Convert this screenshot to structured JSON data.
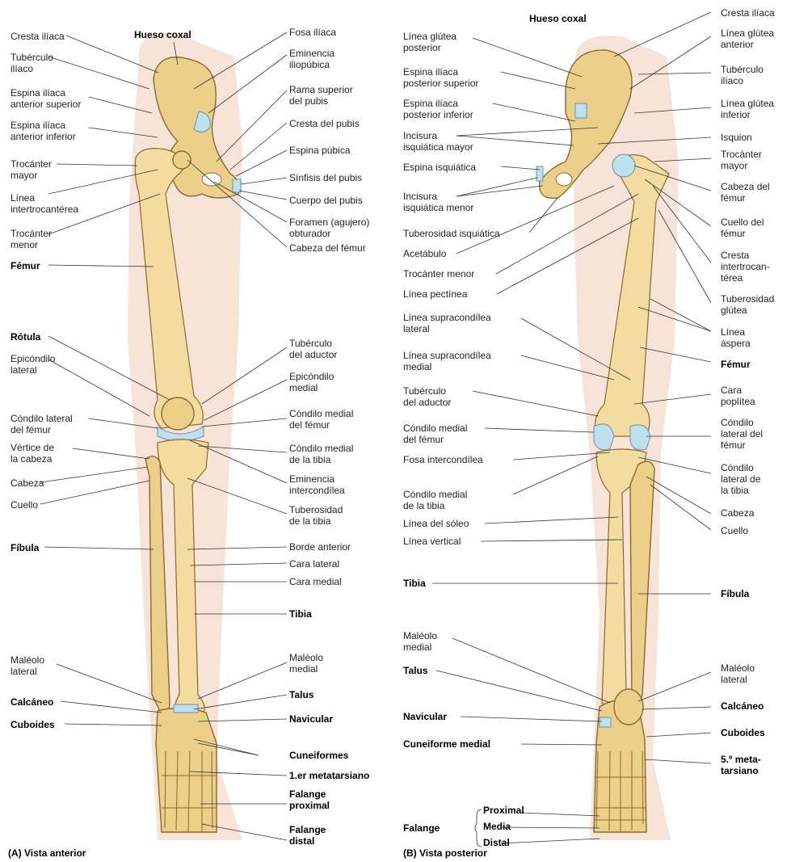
{
  "colors": {
    "bone": "#ecd08a",
    "bone_outline": "#8a6a2c",
    "cartilage": "#bfe0ee",
    "skin": "#f8e3d9"
  },
  "anterior": {
    "caption": "(A) Vista anterior",
    "left_labels": [
      {
        "text": "Cresta ilíaca",
        "bold": false
      },
      {
        "text": "Tubérculo\nilíaco",
        "bold": false
      },
      {
        "text": "Espina ilíaca\nanterior superior",
        "bold": false
      },
      {
        "text": "Espina ilíaca\nanterior inferior",
        "bold": false
      },
      {
        "text": "Trocánter\nmayor",
        "bold": false
      },
      {
        "text": "Línea\nintertrocantérea",
        "bold": false
      },
      {
        "text": "Trocánter\nmenor",
        "bold": false
      },
      {
        "text": "Fémur",
        "bold": true
      },
      {
        "text": "Rótula",
        "bold": true
      },
      {
        "text": "Epicóndilo\nlateral",
        "bold": false
      },
      {
        "text": "Cóndilo lateral\ndel fémur",
        "bold": false
      },
      {
        "text": "Vértice de\nla cabeza",
        "bold": false
      },
      {
        "text": "Cabeza",
        "bold": false
      },
      {
        "text": "Cuello",
        "bold": false
      },
      {
        "text": "Fíbula",
        "bold": true
      },
      {
        "text": "Maléolo\nlateral",
        "bold": false
      },
      {
        "text": "Calcáneo",
        "bold": true
      },
      {
        "text": "Cuboides",
        "bold": true
      }
    ],
    "right_labels": [
      {
        "text": "Hueso coxal",
        "bold": true
      },
      {
        "text": "Fosa ilíaca",
        "bold": false
      },
      {
        "text": "Eminencia\niliopúbica",
        "bold": false
      },
      {
        "text": "Rama superior\ndel pubis",
        "bold": false
      },
      {
        "text": "Cresta del pubis",
        "bold": false
      },
      {
        "text": "Espina púbica",
        "bold": false
      },
      {
        "text": "Sínfisis del pubis",
        "bold": false
      },
      {
        "text": "Cuerpo del pubis",
        "bold": false
      },
      {
        "text": "Foramen (agujero)\nobturador",
        "bold": false
      },
      {
        "text": "Cabeza del fémur",
        "bold": false
      },
      {
        "text": "Tubérculo\ndel aductor",
        "bold": false
      },
      {
        "text": "Epicóndilo\nmedial",
        "bold": false
      },
      {
        "text": "Cóndilo medial\ndel fémur",
        "bold": false
      },
      {
        "text": "Cóndilo medial\nde la tibia",
        "bold": false
      },
      {
        "text": "Eminencia\nintercondílea",
        "bold": false
      },
      {
        "text": "Tuberosidad\nde la tibia",
        "bold": false
      },
      {
        "text": "Borde anterior",
        "bold": false
      },
      {
        "text": "Cara lateral",
        "bold": false
      },
      {
        "text": "Cara medial",
        "bold": false
      },
      {
        "text": "Tibia",
        "bold": true
      },
      {
        "text": "Maléolo\nmedial",
        "bold": false
      },
      {
        "text": "Talus",
        "bold": true
      },
      {
        "text": "Navicular",
        "bold": true
      },
      {
        "text": "Cuneiformes",
        "bold": true
      },
      {
        "text": "1.er metatarsiano",
        "bold": true
      },
      {
        "text": "Falange\nproximal",
        "bold": true
      },
      {
        "text": "Falange\ndistal",
        "bold": true
      }
    ]
  },
  "posterior": {
    "caption": "(B) Vista posterior",
    "left_labels": [
      {
        "text": "Hueso coxal",
        "bold": true
      },
      {
        "text": "Línea glútea\nposterior",
        "bold": false
      },
      {
        "text": "Espina ilíaca\nposterior superior",
        "bold": false
      },
      {
        "text": "Espina ilíaca\nposterior inferior",
        "bold": false
      },
      {
        "text": "Incisura\nisquiática mayor",
        "bold": false
      },
      {
        "text": "Espina isquiática",
        "bold": false
      },
      {
        "text": "Incisura\nisquiática menor",
        "bold": false
      },
      {
        "text": "Tuberosidad isquiática",
        "bold": false
      },
      {
        "text": "Acetábulo",
        "bold": false
      },
      {
        "text": "Trocánter menor",
        "bold": false
      },
      {
        "text": "Línea pectínea",
        "bold": false
      },
      {
        "text": "Línea supracondílea\nlateral",
        "bold": false
      },
      {
        "text": "Línea supracondílea\nmedial",
        "bold": false
      },
      {
        "text": "Tubérculo\ndel aductor",
        "bold": false
      },
      {
        "text": "Cóndilo medial\ndel fémur",
        "bold": false
      },
      {
        "text": "Fosa intercondílea",
        "bold": false
      },
      {
        "text": "Cóndilo medial\nde la tibia",
        "bold": false
      },
      {
        "text": "Línea del sóleo",
        "bold": false
      },
      {
        "text": "Línea vertical",
        "bold": false
      },
      {
        "text": "Tibia",
        "bold": true
      },
      {
        "text": "Maléolo\nmedial",
        "bold": false
      },
      {
        "text": "Talus",
        "bold": true
      },
      {
        "text": "Navicular",
        "bold": true
      },
      {
        "text": "Cuneiforme medial",
        "bold": true
      },
      {
        "text": "Falange",
        "bold": true
      },
      {
        "text": "Proximal",
        "bold": true
      },
      {
        "text": "Media",
        "bold": true
      },
      {
        "text": "Distal",
        "bold": true
      }
    ],
    "right_labels": [
      {
        "text": "Cresta ilíaca",
        "bold": false
      },
      {
        "text": "Línea glútea\nanterior",
        "bold": false
      },
      {
        "text": "Tubérculo\nilíaco",
        "bold": false
      },
      {
        "text": "Línea glútea\ninferior",
        "bold": false
      },
      {
        "text": "Isquion",
        "bold": false
      },
      {
        "text": "Trocánter\nmayor",
        "bold": false
      },
      {
        "text": "Cabeza del\nfémur",
        "bold": false
      },
      {
        "text": "Cuello del\nfémur",
        "bold": false
      },
      {
        "text": "Cresta\nintertrocan-\ntérea",
        "bold": false
      },
      {
        "text": "Tuberosidad\nglútea",
        "bold": false
      },
      {
        "text": "Línea\náspera",
        "bold": false
      },
      {
        "text": "Fémur",
        "bold": true
      },
      {
        "text": "Cara\npoplítea",
        "bold": false
      },
      {
        "text": "Cóndilo\nlateral del\nfémur",
        "bold": false
      },
      {
        "text": "Cóndilo\nlateral de\nla tibia",
        "bold": false
      },
      {
        "text": "Cabeza",
        "bold": false
      },
      {
        "text": "Cuello",
        "bold": false
      },
      {
        "text": "Fíbula",
        "bold": true
      },
      {
        "text": "Maléolo\nlateral",
        "bold": false
      },
      {
        "text": "Calcáneo",
        "bold": true
      },
      {
        "text": "Cuboides",
        "bold": true
      },
      {
        "text": "5.º meta-\ntarsiano",
        "bold": true
      }
    ]
  }
}
